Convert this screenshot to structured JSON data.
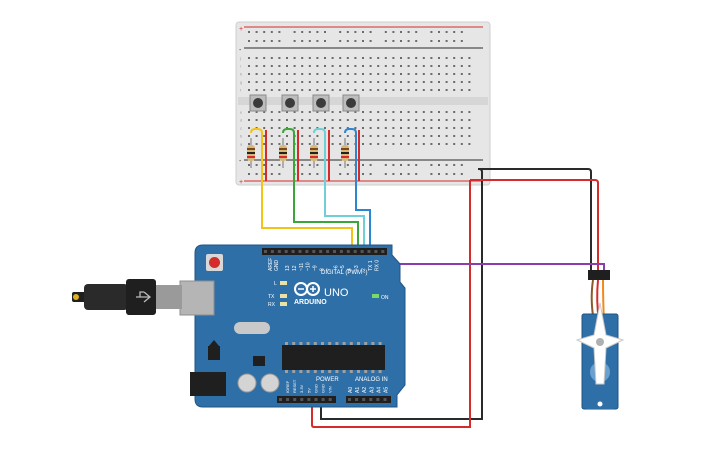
{
  "board": {
    "brand": "ARDUINO",
    "model": "UNO",
    "digital_label": "DIGITAL (PWM~)",
    "analog_label": "ANALOG IN",
    "power_label": "POWER",
    "on_label": "ON",
    "l_label": "L",
    "tx_label": "TX",
    "rx_label": "RX",
    "aref_label": "AREF",
    "gnd_label": "GND",
    "digital_pins": [
      "13",
      "12",
      "~11",
      "~10",
      "~9",
      "8",
      "7",
      "~6",
      "~5",
      "4",
      "~3",
      "2",
      "TX 1",
      "RX 0"
    ],
    "power_pins": [
      "IOREF",
      "RESET",
      "3.3V",
      "5V",
      "GND",
      "GND",
      "VIN"
    ],
    "analog_pins": [
      "A0",
      "A1",
      "A2",
      "A3",
      "A4",
      "A5"
    ]
  },
  "breadboard": {
    "row_letters_top": [
      "j",
      "i",
      "h",
      "g",
      "f"
    ],
    "row_letters_bottom": [
      "e",
      "d",
      "c",
      "b",
      "a"
    ],
    "rail_plus": "+",
    "rail_minus": "-"
  },
  "wire_colors": {
    "yellow": "#f2c418",
    "green": "#3aa63a",
    "cyan": "#6fcfd6",
    "blue": "#2c86d0",
    "red": "#d52b2b",
    "black": "#2a2a2a",
    "purple": "#8b3db0",
    "board_blue": "#2f6fa8"
  },
  "icons": [
    "usb-cable-icon",
    "push-button-icon",
    "resistor-icon",
    "servo-motor-icon",
    "arduino-logo-icon"
  ]
}
